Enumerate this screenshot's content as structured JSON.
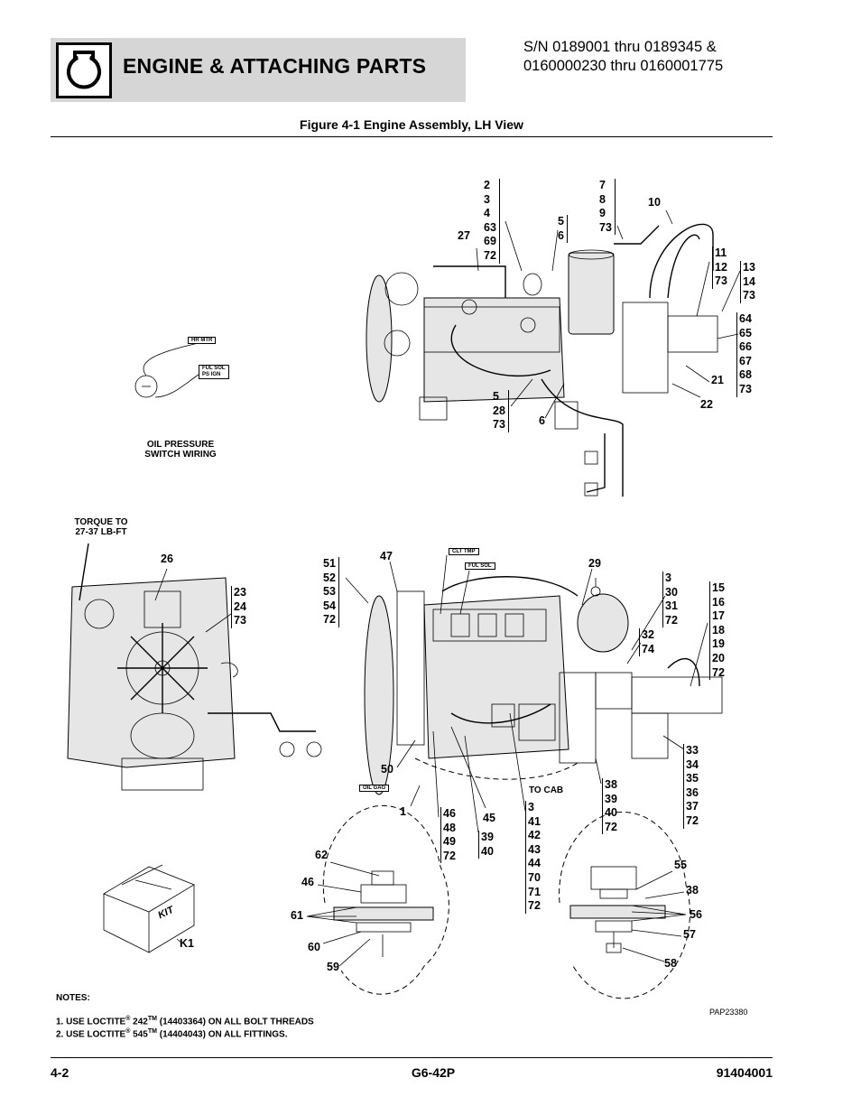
{
  "header": {
    "title": "ENGINE & ATTACHING PARTS",
    "serial_line1": "S/N 0189001 thru 0189345 &",
    "serial_line2": "0160000230 thru 0160001775"
  },
  "figure_title": "Figure 4-1 Engine Assembly, LH View",
  "labels": {
    "hr_mtr": "HR MTR",
    "ful_sol_ps_ign": "FUL SOL\nPS IGN",
    "oil_pressure": "OIL PRESSURE\nSWITCH WIRING",
    "torque": "TORQUE TO\n27-37 LB-FT",
    "clt_tmp": "CLT TMP",
    "ful_sol": "FUL SOL",
    "oil_gag": "OIL GAG",
    "to_cab": "TO CAB",
    "kit": "KIT"
  },
  "callouts": {
    "c_2_72": "2\n3\n4\n63\n69\n72",
    "c_27": "27",
    "c_5_6": "5\n6",
    "c_7_73": "7\n8\n9\n73",
    "c_10": "10",
    "c_11_73": "11\n12\n73",
    "c_13_73": "13\n14\n73",
    "c_64_73": "64\n65\n66\n67\n68\n73",
    "c_21": "21",
    "c_22": "22",
    "c_5_28_73": "5\n28\n73",
    "c_6": "6",
    "c_26": "26",
    "c_23_73": "23\n24\n73",
    "c_51_72": "51\n52\n53\n54\n72",
    "c_47": "47",
    "c_29": "29",
    "c_3_72": "3\n30\n31\n72",
    "c_15_72": "15\n16\n17\n18\n19\n20\n72",
    "c_32_74": "32\n74",
    "c_50": "50",
    "c_1": "1",
    "c_46_72": "46\n48\n49\n72",
    "c_45": "45",
    "c_39_40": "39\n40",
    "c_3_72b": "3\n41\n42\n43\n44\n70\n71\n72",
    "c_38_72": "38\n39\n40\n72",
    "c_33_72": "33\n34\n35\n36\n37\n72",
    "c_62": "62",
    "c_46": "46",
    "c_61": "61",
    "c_60": "60",
    "c_59": "59",
    "c_55": "55",
    "c_38": "38",
    "c_56": "56",
    "c_57": "57",
    "c_58": "58",
    "c_k1": "K1"
  },
  "notes": {
    "heading": "NOTES:",
    "n1_pre": "1. USE  LOCTITE",
    "n1_mid": " 242",
    "n1_post": " (14403364) ON ALL BOLT THREADS",
    "n2_pre": "2. USE LOCTITE",
    "n2_mid": " 545",
    "n2_post": " (14404043) ON ALL FITTINGS.",
    "reg": "®",
    "tm": "TM"
  },
  "pap": "PAP23380",
  "footer": {
    "left": "4-2",
    "center": "G6-42P",
    "right": "91404001"
  }
}
